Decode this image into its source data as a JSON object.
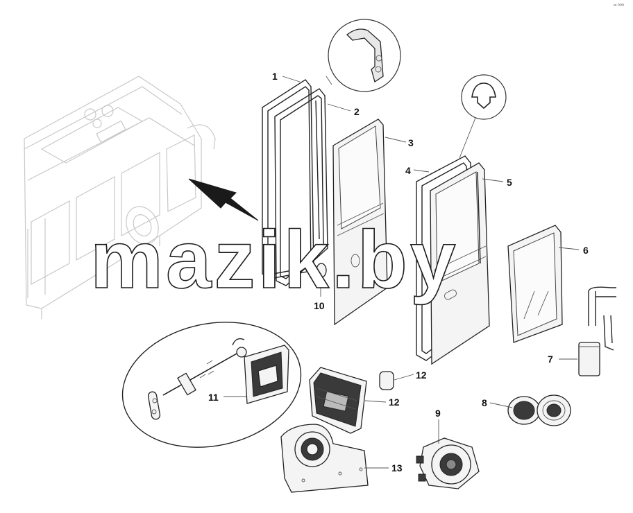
{
  "watermark": "mazik.by",
  "corner_mark": "ˣᵃ ᴼᴼᴼ",
  "callouts": {
    "n1": "1",
    "n2": "2",
    "n3": "3",
    "n4": "4",
    "n5": "5",
    "n6": "6",
    "n7": "7",
    "n8": "8",
    "n9": "9",
    "n10": "10",
    "n11": "11",
    "n12a": "12",
    "n12b": "12",
    "n13": "13"
  }
}
